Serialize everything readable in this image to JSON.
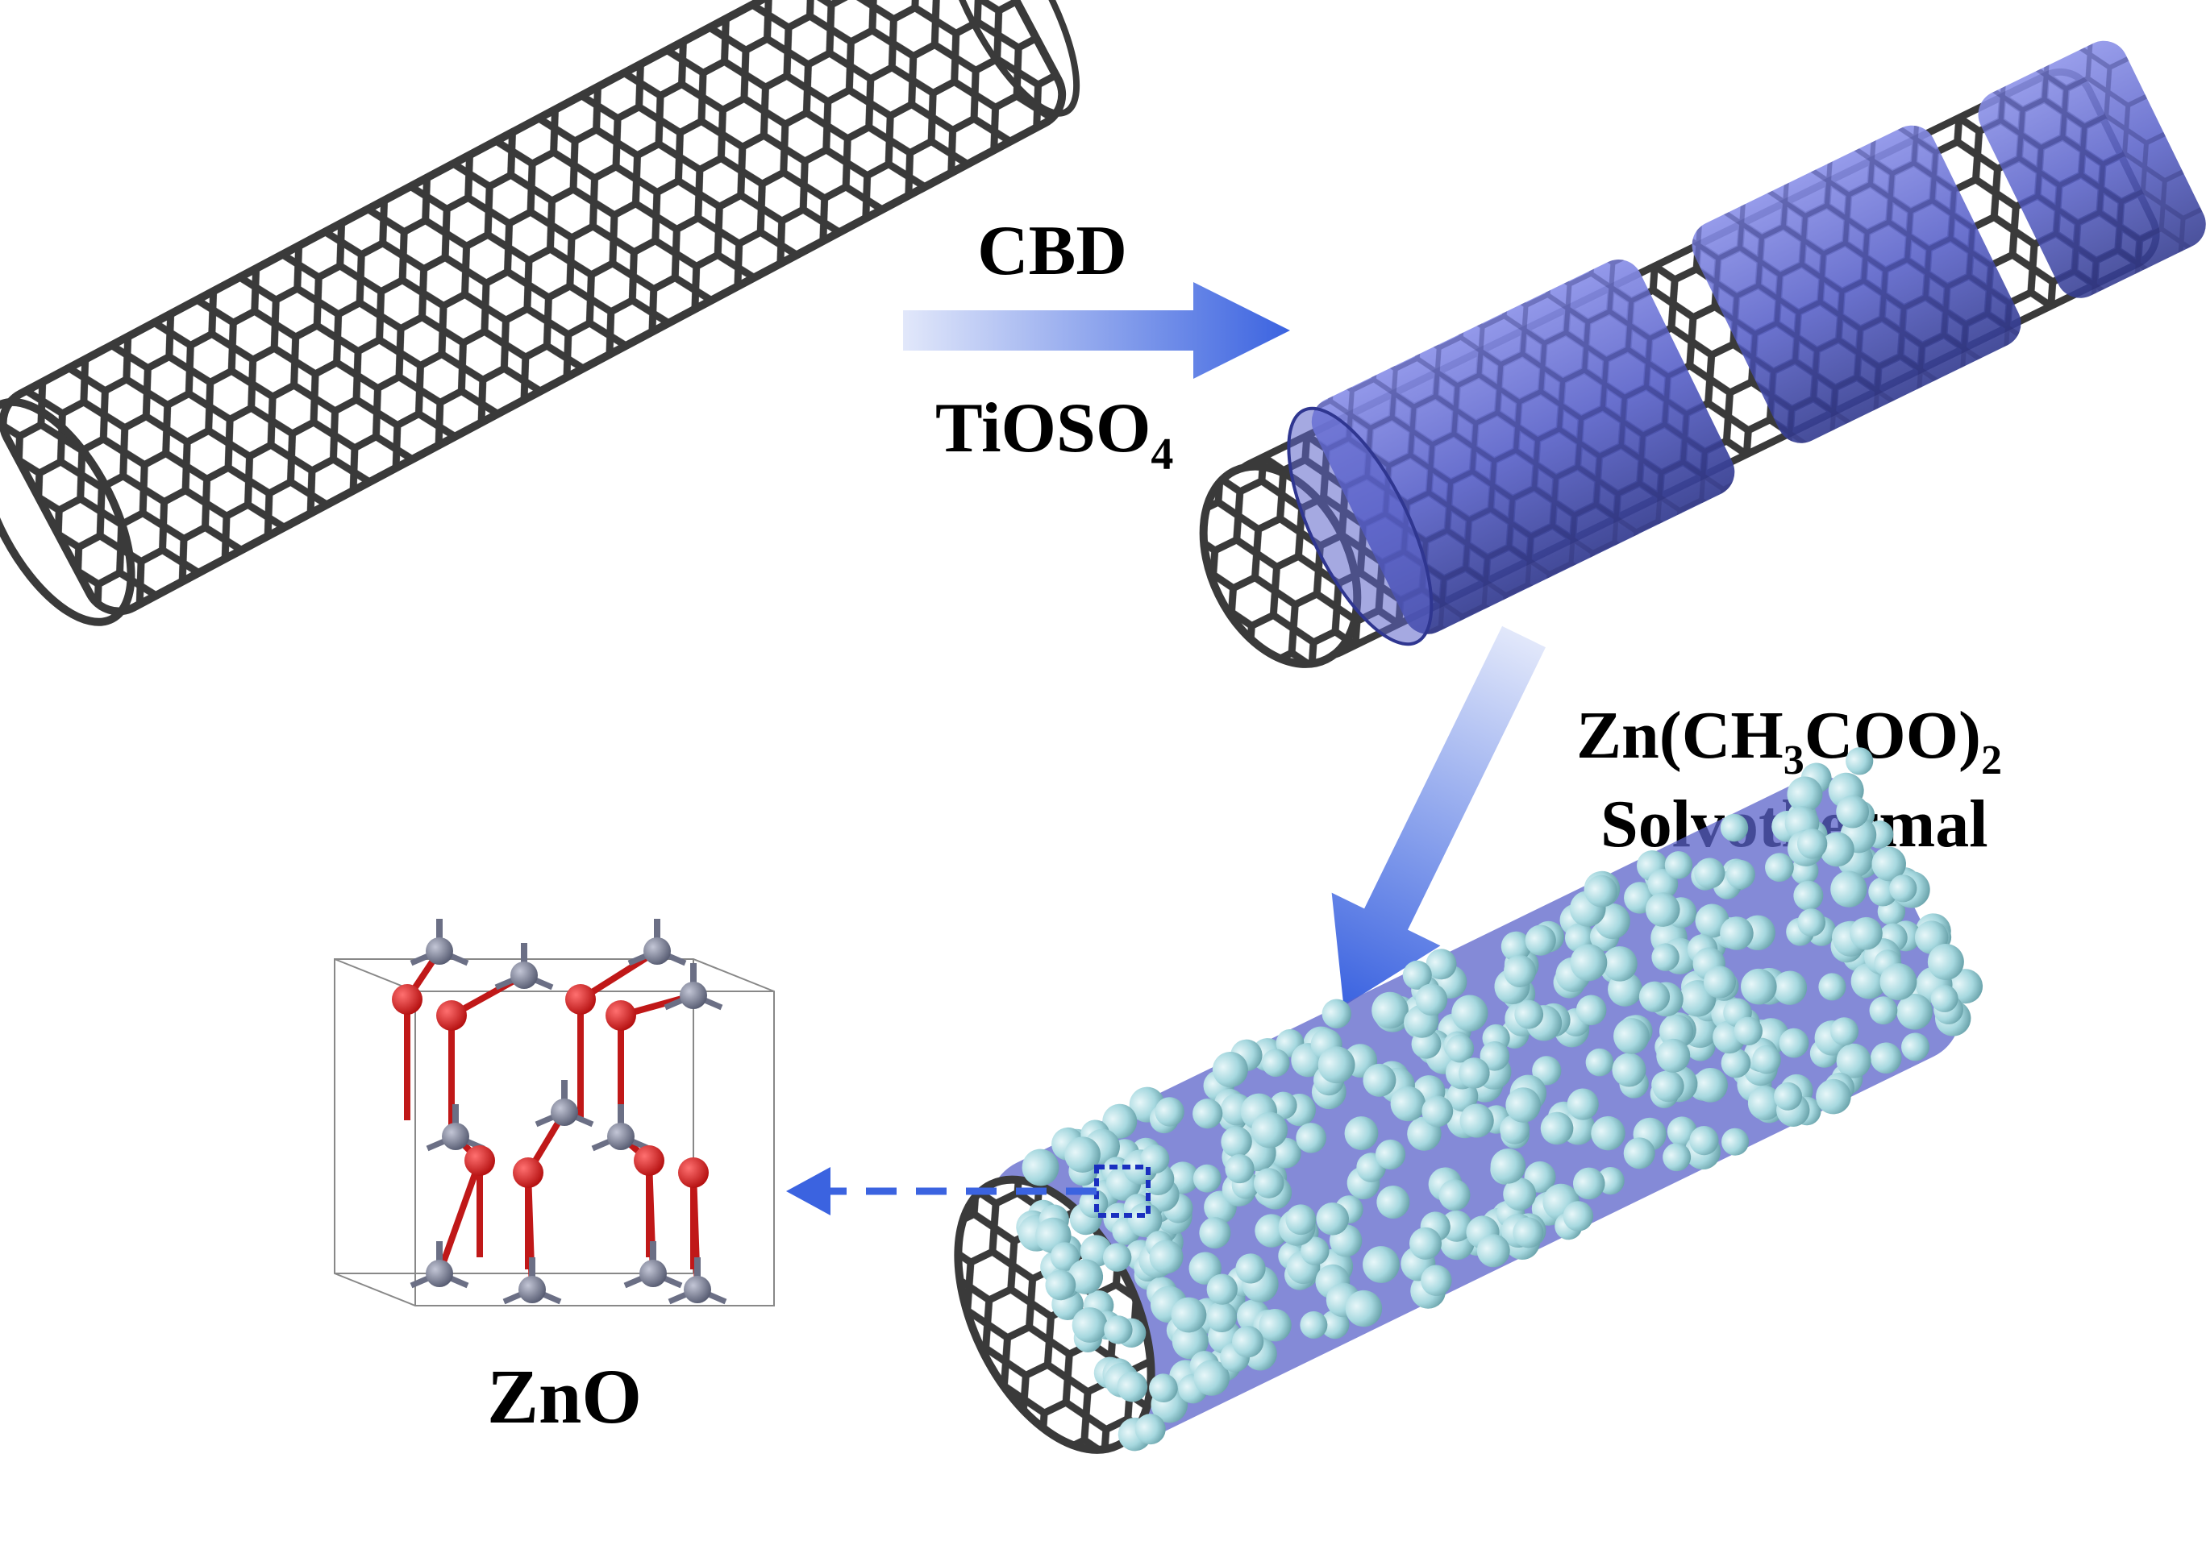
{
  "labels": {
    "step1_top": "CBD",
    "step1_bottom_main": "TiOSO",
    "step1_bottom_sub": "4",
    "step2_line1_a": "Zn(CH",
    "step2_line1_sub1": "3",
    "step2_line1_b": "COO)",
    "step2_line1_sub2": "2",
    "step2_line2": "Solvothermal",
    "crystal": "ZnO"
  },
  "colors": {
    "carbon": "#3a3a3a",
    "tio2_coating": "#5b63c9",
    "arrow": "#3b63e0",
    "zno_particle": "#a6d8df",
    "oxygen": "#d41a1a",
    "zinc": "#7b7f94"
  }
}
